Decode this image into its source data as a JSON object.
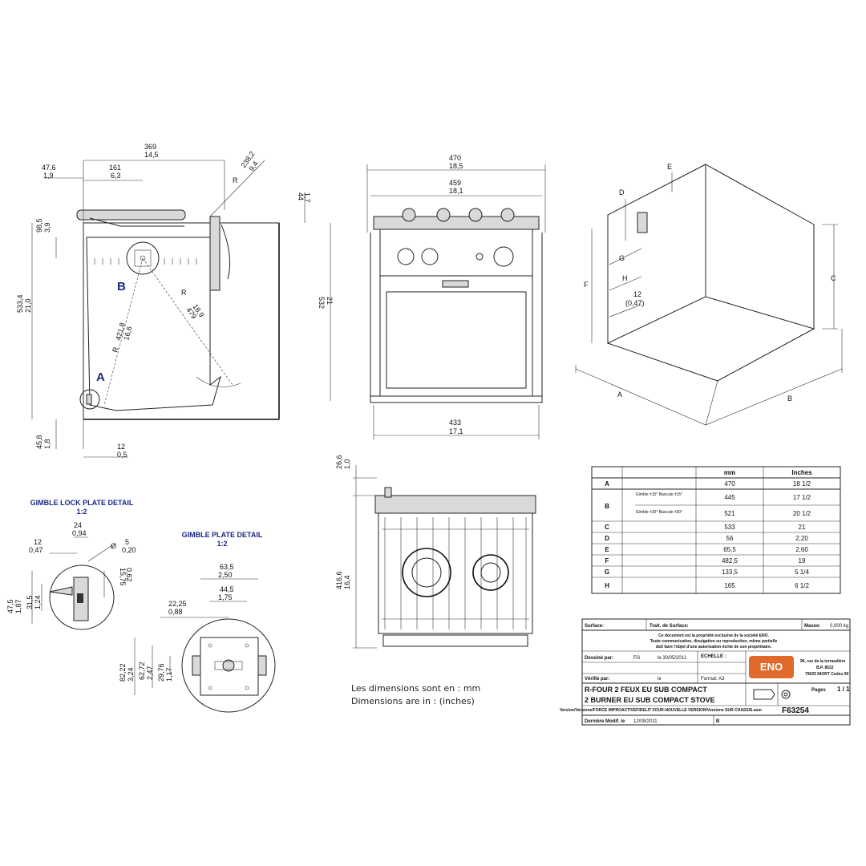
{
  "side_view": {
    "top_dims": [
      "47,6",
      "1,9",
      "161",
      "6,3",
      "369",
      "14,5"
    ],
    "radius_top": [
      "R",
      "238,2",
      "9,4"
    ],
    "dim_44": [
      "44",
      "1,7"
    ],
    "dim_98": [
      "98,5",
      "3,9"
    ],
    "dim_533": [
      "533,4",
      "21,0"
    ],
    "dim_532": [
      "532",
      "21"
    ],
    "r_479": [
      "R",
      "479",
      "18,9"
    ],
    "r_421": [
      "R",
      "421,8",
      "16,6"
    ],
    "dim_45": [
      "45,8",
      "1,8"
    ],
    "dim_12": [
      "12",
      "0,5"
    ],
    "label_a": "A",
    "label_b": "B"
  },
  "front_view": {
    "dim_470": [
      "470",
      "18,5"
    ],
    "dim_459": [
      "459",
      "18,1"
    ],
    "dim_433": [
      "433",
      "17,1"
    ]
  },
  "iso_view": {
    "labels": [
      "A",
      "B",
      "C",
      "D",
      "E",
      "F",
      "G",
      "H"
    ],
    "dim_12": [
      "12",
      "(0,47)"
    ]
  },
  "gimble_lock": {
    "title": "GIMBLE LOCK PLATE DETAIL",
    "scale": "1:2",
    "dims": [
      "24",
      "0,94",
      "12",
      "0,47",
      "5",
      "0,20",
      "15,75",
      "0,62",
      "47,5",
      "1,87",
      "31,5",
      "1,24"
    ],
    "phi": "Ø"
  },
  "gimble_plate": {
    "title": "GIMBLE PLATE DETAIL",
    "scale": "1:2",
    "dims": [
      "63,5",
      "2,50",
      "44,5",
      "1,75",
      "22,25",
      "0,88",
      "82,22",
      "3,24",
      "62,72",
      "2,47",
      "29,76",
      "1,17"
    ]
  },
  "top_view": {
    "dim_26": [
      "26,6",
      "1,0"
    ],
    "dim_416": [
      "416,6",
      "16,4"
    ]
  },
  "units_note": [
    "Les dimensions sont en : mm",
    "Dimensions are in        : (inches)"
  ],
  "dim_table": {
    "headers": [
      "",
      "",
      "mm",
      "Inches"
    ],
    "rows": [
      [
        "A",
        "",
        "470",
        "18 1/2"
      ],
      [
        "B",
        "Gimble ±15°\nBascule ±15°",
        "445",
        "17 1/2"
      ],
      [
        "",
        "Gimble ±30°\nBascule ±30°",
        "521",
        "20 1/2"
      ],
      [
        "C",
        "",
        "533",
        "21"
      ],
      [
        "D",
        "",
        "56",
        "2,20"
      ],
      [
        "E",
        "",
        "65,5",
        "2,60"
      ],
      [
        "F",
        "",
        "482,5",
        "19"
      ],
      [
        "G",
        "",
        "133,5",
        "5 1/4"
      ],
      [
        "H",
        "",
        "165",
        "6 1/2"
      ]
    ]
  },
  "title_block": {
    "surface": "Surface:",
    "trait": "Trait. de Surface:",
    "masse": "Masse:",
    "masse_val": "0,000 kg",
    "legal": [
      "Ce document est la propriété exclusive de la société ENO.",
      "Toute communication, divulgation ou reproduction, même partielle",
      "doit faire l'objet d'une autorisation écrite de son propriétaire."
    ],
    "dessine": "Dessiné par:",
    "dessine_val": "FG",
    "date1": "le 30/05/2011",
    "echelle": "ECHELLE :",
    "verifie": "Vérifié par:",
    "le": "le",
    "format": "Format: A3",
    "address": [
      "96, rue de la terraudière",
      "B.P. 8522",
      "79025 NIORT Cedex 09"
    ],
    "logo": "ENO",
    "name_fr": "R-FOUR 2 FEUX EU SUB COMPACT",
    "name_en": "2 BURNER EU SUB COMPACT STOVE",
    "pages": "Pages",
    "pages_val": "1 / 1",
    "ref": "F63254",
    "version": "Version/Versione/FORCE MIPROACTIVEFIDELIT FOUR-NOUVELLE VERSION/Versione SUR CHASSIS.asm",
    "modif": "Dernière Modif. le",
    "modif_val": "12/09/2011",
    "rev": "B"
  },
  "colors": {
    "accent": "#1a2a86",
    "line": "#222222",
    "logo_bg": "#e06a2a"
  }
}
